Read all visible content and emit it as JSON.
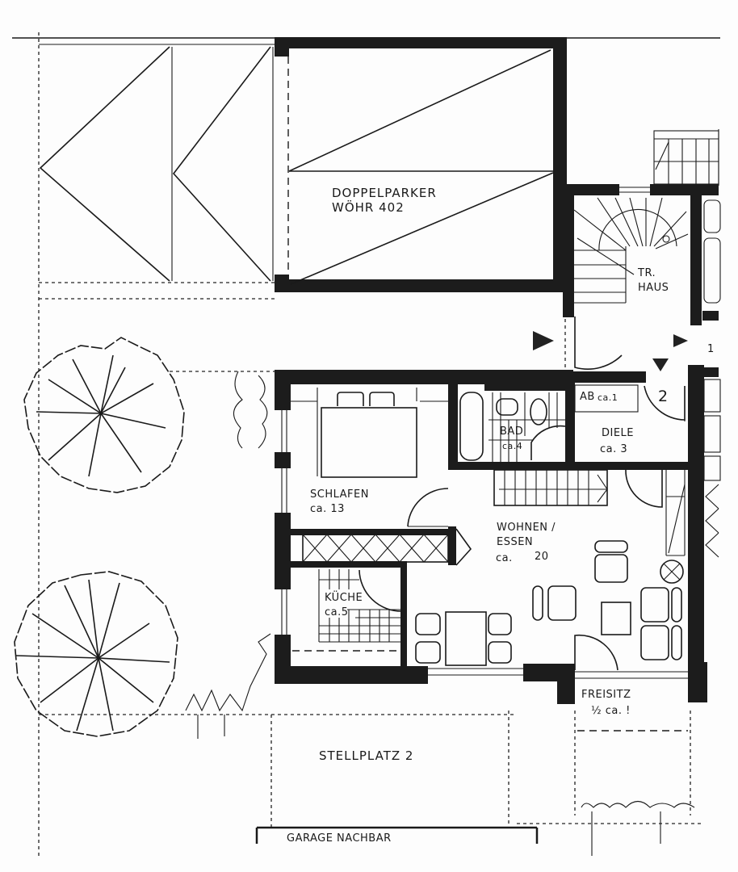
{
  "plan": {
    "type": "floor-plan",
    "colors": {
      "wall": "#1c1c1c",
      "line": "#1a1a1a",
      "background": "#fdfdfd"
    }
  },
  "rooms": {
    "doppelparker": {
      "name": "DOPPELPARKER",
      "sub": "WÖHR 402"
    },
    "treppenhaus": {
      "name": "TR.",
      "sub": "HAUS"
    },
    "schlafen": {
      "name": "SCHLAFEN",
      "area": "ca. 13"
    },
    "bad": {
      "name": "BAD",
      "area": "ca.4"
    },
    "ab": {
      "name": "AB",
      "area": "ca.1"
    },
    "diele": {
      "name": "DIELE",
      "area": "ca. 3"
    },
    "wohnen": {
      "name": "WOHNEN /",
      "sub": "ESSEN",
      "area_prefix": "ca.",
      "area_value": "20"
    },
    "kueche": {
      "name": "KÜCHE",
      "area": "ca.5"
    },
    "freisitz": {
      "name": "FREISITZ",
      "area": "½ ca. !"
    },
    "stellplatz": {
      "name": "STELLPLATZ  2"
    },
    "garage_nachbar": {
      "name": "GARAGE NACHBAR"
    }
  },
  "markers": {
    "unit_number": "2",
    "neighbor_unit": "1"
  },
  "icons": {
    "tree_large_top": "tree-icon",
    "tree_large_bottom": "tree-icon",
    "shrub": "shrub-icon",
    "entry_arrow": "entry-arrow-icon"
  }
}
